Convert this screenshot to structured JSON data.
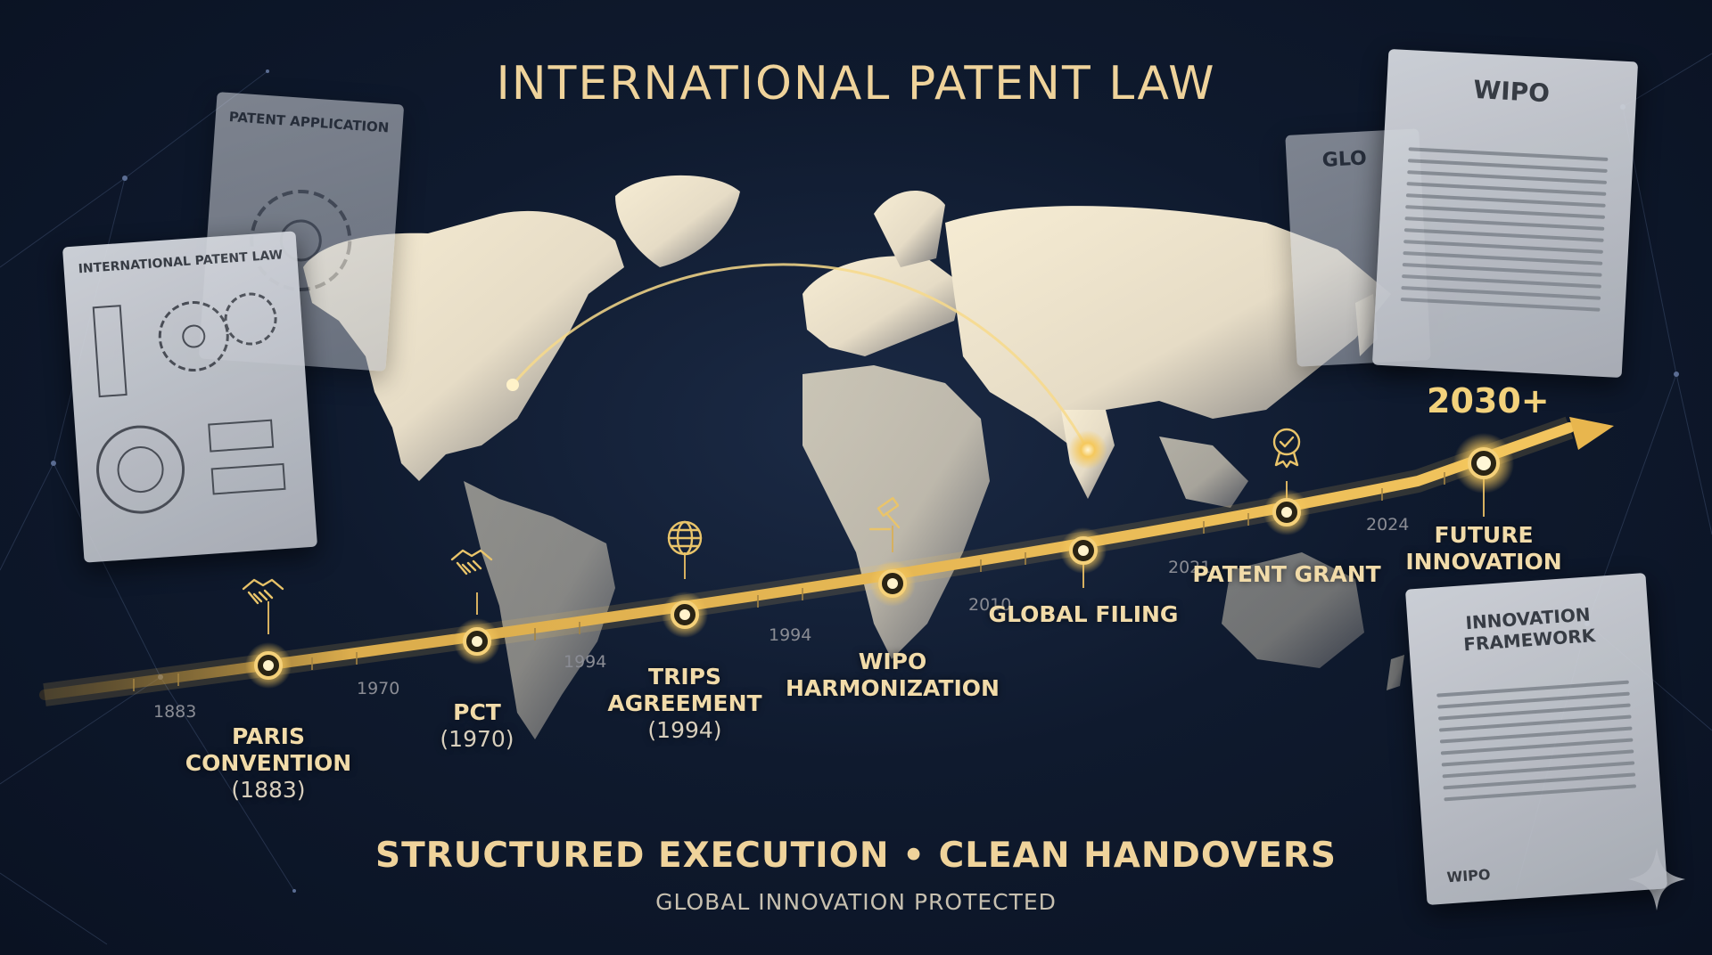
{
  "title": "INTERNATIONAL PATENT LAW",
  "tagline": "STRUCTURED EXECUTION • CLEAN HANDOVERS",
  "subtagline": "GLOBAL INNOVATION PROTECTED",
  "future_year": "2030+",
  "milestones": [
    {
      "label": "PARIS CONVENTION",
      "year": "(1883)",
      "icon": "handshake-icon"
    },
    {
      "label": "PCT",
      "year": "(1970)",
      "icon": "handshake-icon"
    },
    {
      "label": "TRIPS AGREEMENT",
      "year": "(1994)",
      "icon": "globe-icon"
    },
    {
      "label": "WIPO HARMONIZATION",
      "year": "",
      "icon": "gavel-icon"
    },
    {
      "label": "GLOBAL FILING",
      "year": "",
      "icon": ""
    },
    {
      "label": "PATENT GRANT",
      "year": "",
      "icon": "award-badge-icon"
    },
    {
      "label": "FUTURE INNOVATION",
      "year": "",
      "icon": ""
    }
  ],
  "year_ticks": [
    "1883",
    "1970",
    "1994",
    "1994",
    "2010",
    "2021",
    "2024"
  ],
  "documents": {
    "left_back": "PATENT APPLICATION",
    "left_front": "INTERNATIONAL PATENT LAW",
    "right_top": "WIPO",
    "right_top_behind": "GLO",
    "right_bottom": "INNOVATION FRAMEWORK",
    "right_bottom_footer": "WIPO"
  },
  "colors": {
    "background": "#0f1a2e",
    "gold": "#e9c46a",
    "map": "#efe3c6"
  }
}
